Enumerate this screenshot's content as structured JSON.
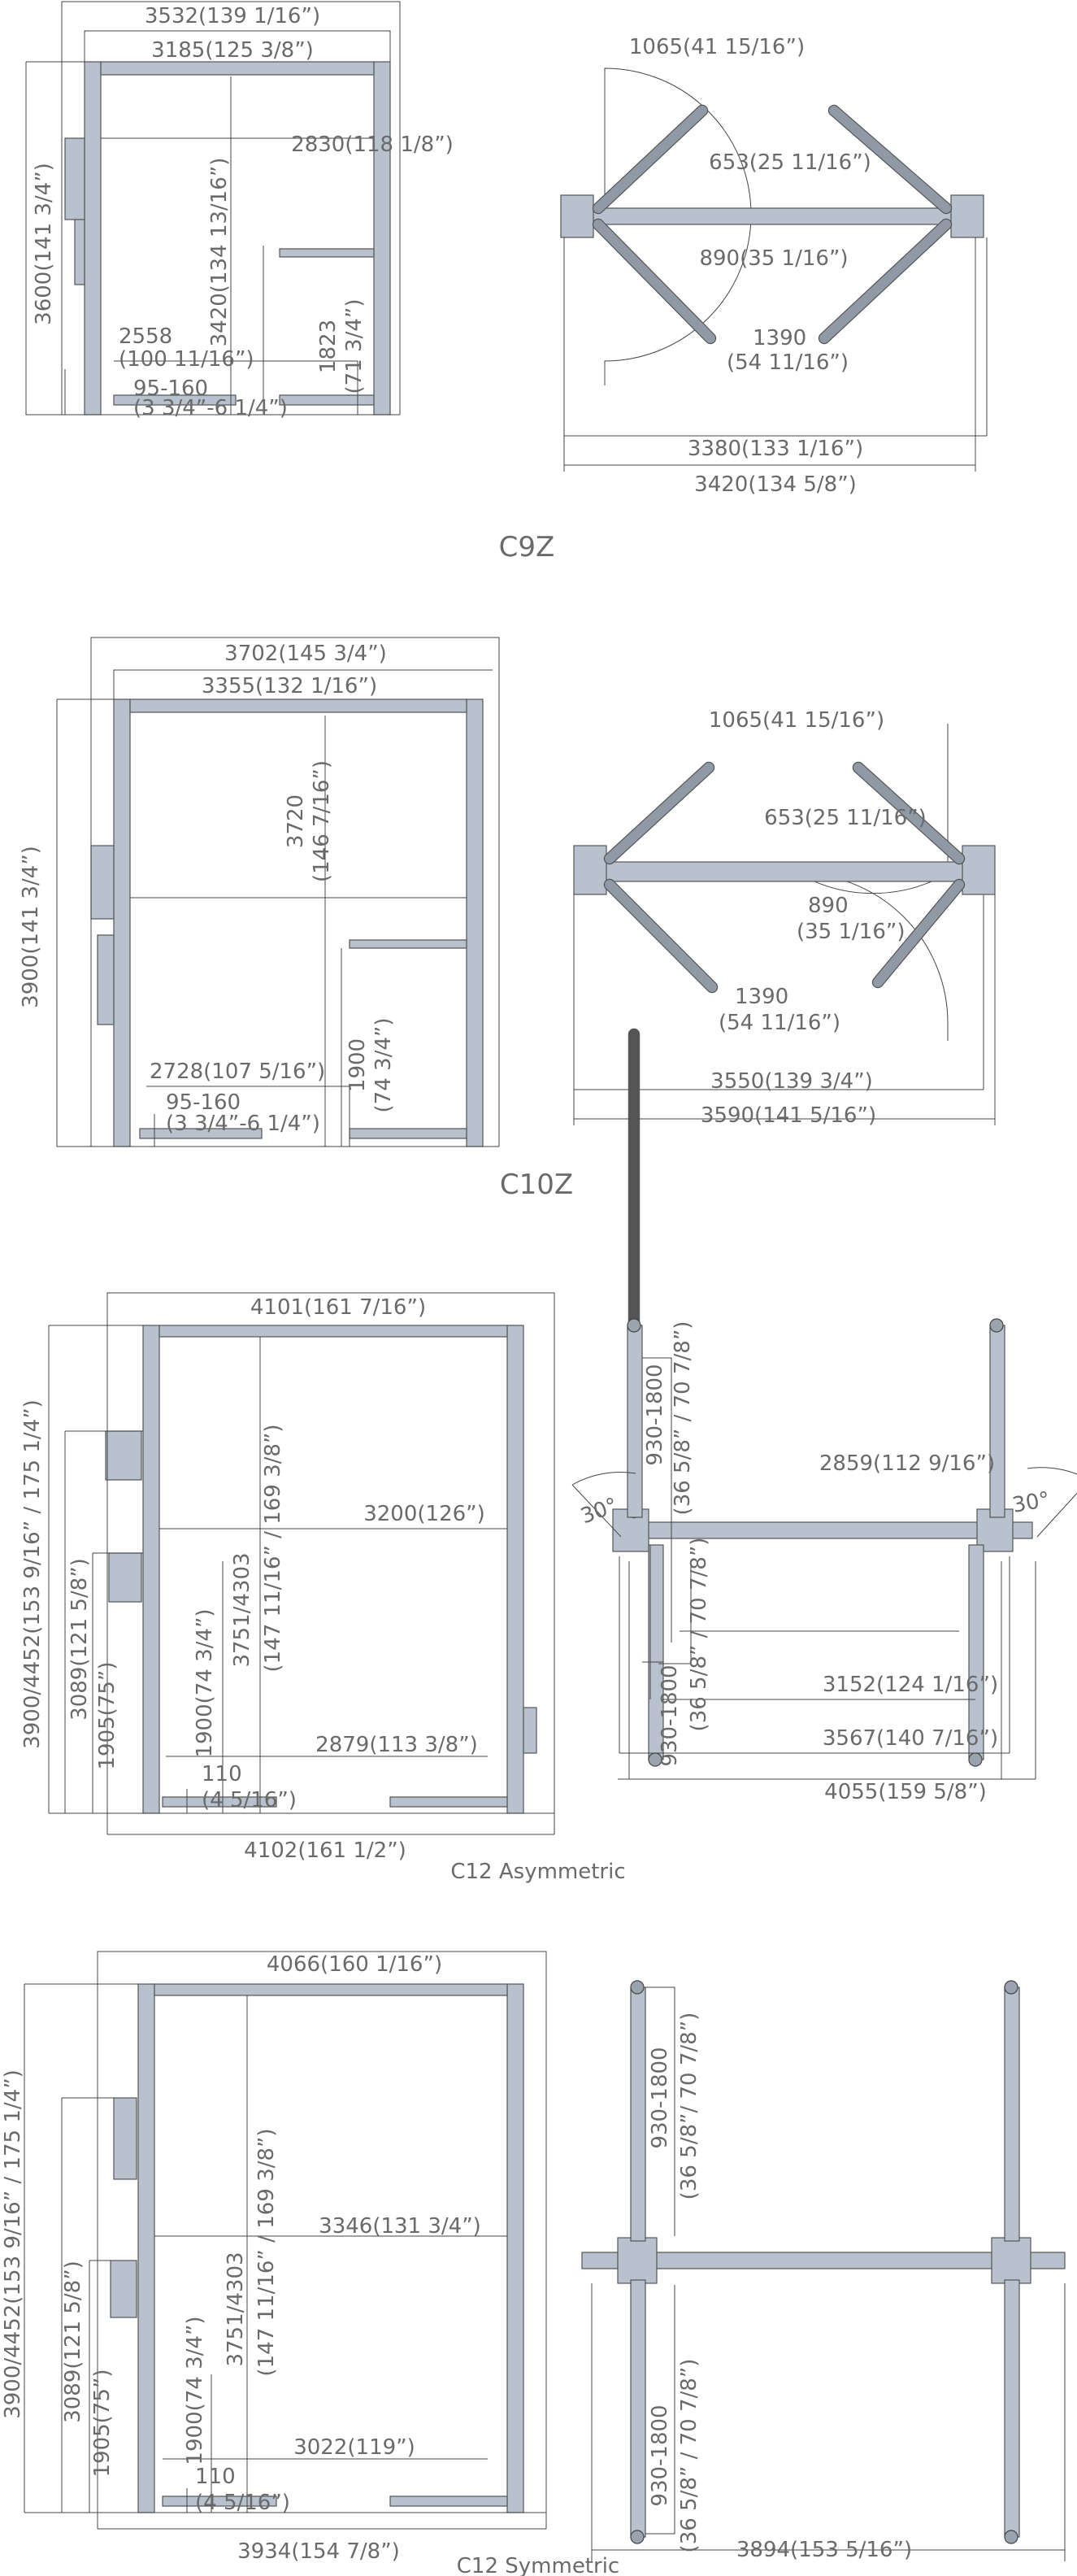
{
  "c9z": {
    "title": "C9Z",
    "side": [
      "3532(139 1/16”)",
      "3185(125 3/8”)",
      "2830(118 1/8”)",
      "3420(134 13/16”)",
      "3600(141 3/4”)",
      "2558",
      "(100 11/16”)",
      "1823",
      "(71 3/4”)",
      "95-160",
      "(3 3/4”-6 1/4”)"
    ],
    "top": [
      "1065(41 15/16”)",
      "653(25 11/16”)",
      "890(35 1/16”)",
      "1390",
      "(54 11/16”)",
      "3380(133 1/16”)",
      "3420(134 5/8”)"
    ]
  },
  "c10z": {
    "title": "C10Z",
    "side": [
      "3702(145 3/4”)",
      "3355(132 1/16”)",
      "3720",
      "(146 7/16”)",
      "3900(141 3/4”)",
      "2728(107 5/16”)",
      "1900",
      "(74 3/4”)",
      "95-160",
      "(3 3/4”-6 1/4”)"
    ],
    "top": [
      "1065(41 15/16”)",
      "653(25 11/16”)",
      "890",
      "(35 1/16”)",
      "1390",
      "(54 11/16”)",
      "3550(139 3/4”)",
      "3590(141 5/16”)"
    ]
  },
  "c12a": {
    "title": "C12 Asymmetric",
    "side": [
      "4101(161 7/16”)",
      "3900/4452(153 9/16” / 175 1/4”)",
      "3089(121 5/8”)",
      "1905(75”)",
      "3751/4303",
      "(147 11/16” / 169 3/8”)",
      "3200(126”)",
      "1900(74 3/4”)",
      "2879(113 3/8”)",
      "110",
      "(4 5/16”)",
      "4102(161 1/2”)"
    ],
    "top": [
      "930-1800",
      "(36 5/8” / 70 7/8”)",
      "30°",
      "30°",
      "2859(112 9/16”)",
      "930-1800",
      "(36 5/8” / 70 7/8”)",
      "3152(124 1/16”)",
      "3567(140 7/16”)",
      "4055(159 5/8”)"
    ]
  },
  "c12s": {
    "title": "C12 Symmetric",
    "side": [
      "4066(160 1/16”)",
      "3900/4452(153 9/16” / 175 1/4”)",
      "3089(121 5/8”)",
      "1905(75”)",
      "3751/4303",
      "(147 11/16” / 169 3/8”)",
      "3346(131 3/4”)",
      "1900(74 3/4”)",
      "3022(119”)",
      "110",
      "(4 5/16”)",
      "3934(154 7/8”)"
    ],
    "top": [
      "930-1800",
      "(36 5/8”/ 70 7/8”)",
      "930-1800",
      "(36 5/8” / 70 7/8”)",
      "3894(153 5/16”)"
    ]
  }
}
